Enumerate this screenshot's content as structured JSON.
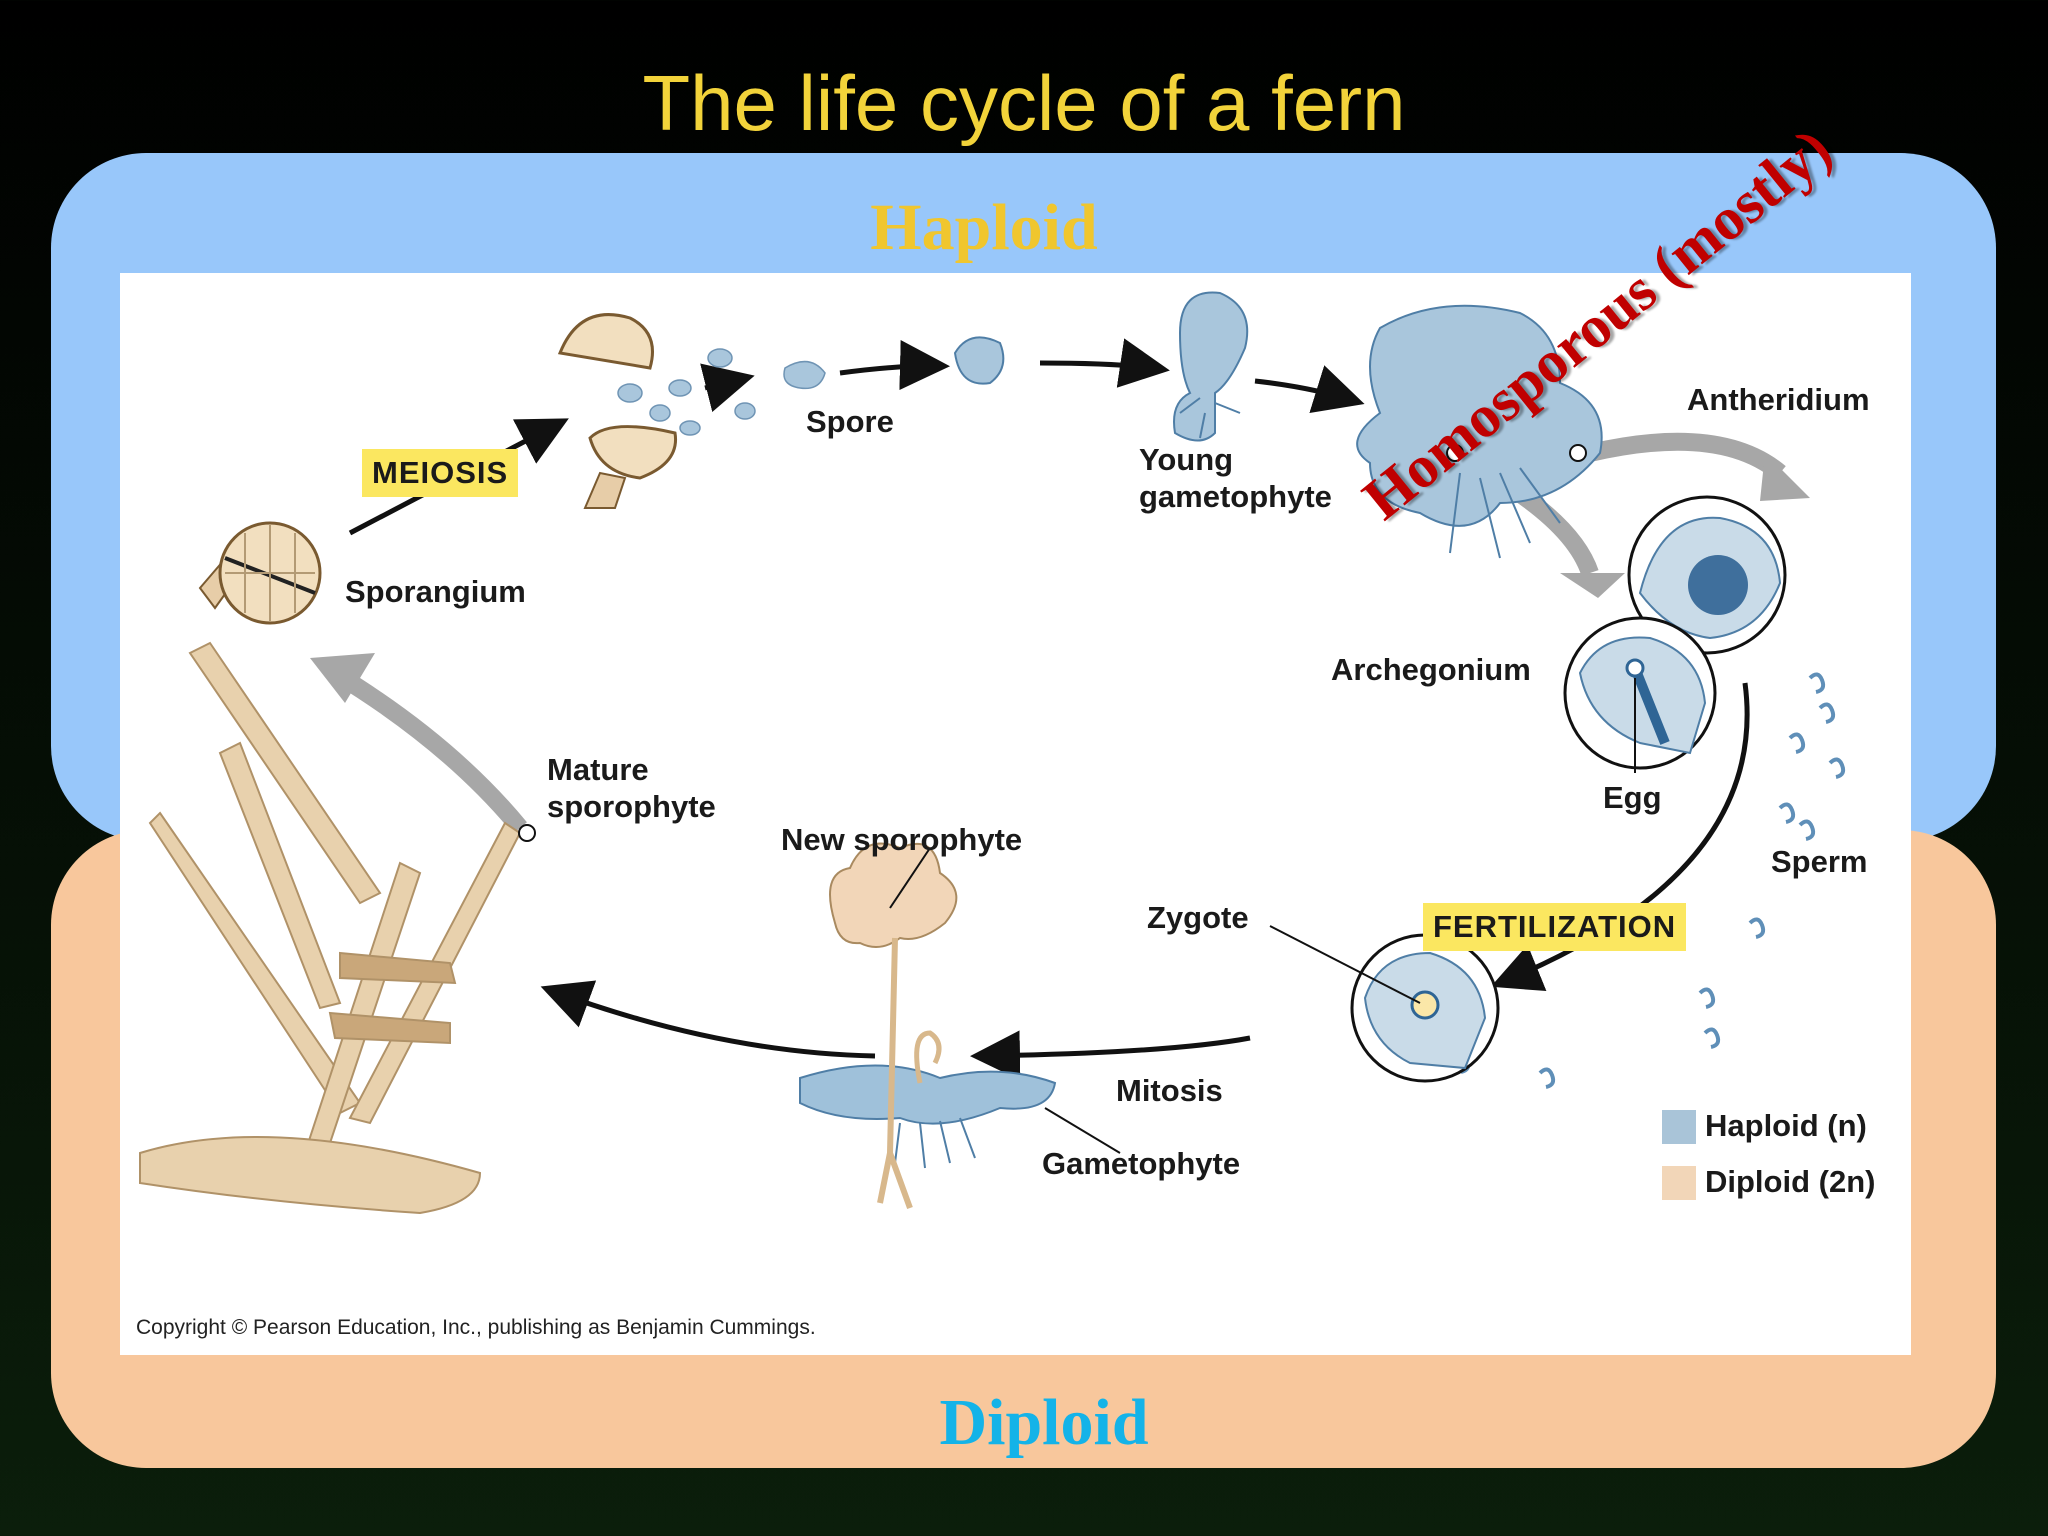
{
  "title": "The life cycle of a fern",
  "bands": {
    "haploid_label": "Haploid",
    "diploid_label": "Diploid"
  },
  "overlay_text": "Homosporous (mostly)",
  "stages": {
    "spore": "Spore",
    "young_gametophyte_line1": "Young",
    "young_gametophyte_line2": "gametophyte",
    "antheridium": "Antheridium",
    "archegonium": "Archegonium",
    "egg": "Egg",
    "sperm": "Sperm",
    "sporangium": "Sporangium",
    "mature_sporophyte_line1": "Mature",
    "mature_sporophyte_line2": "sporophyte",
    "new_sporophyte": "New sporophyte",
    "zygote": "Zygote",
    "mitosis": "Mitosis",
    "gametophyte": "Gametophyte"
  },
  "processes": {
    "meiosis": "MEIOSIS",
    "fertilization": "FERTILIZATION"
  },
  "legend": {
    "haploid": "Haploid (n)",
    "diploid": "Diploid (2n)",
    "haploid_color": "#a9c4d8",
    "diploid_color": "#f2d6b8"
  },
  "copyright": "Copyright © Pearson Education, Inc., publishing as Benjamin Cummings.",
  "colors": {
    "title": "#f2d33a",
    "haploid_band": "#98c7fa",
    "diploid_band": "#f8c79c",
    "haploid_label": "#f0c62e",
    "diploid_label": "#14b3e8",
    "overlay": "#c00000",
    "process_tag": "#fbe760"
  }
}
